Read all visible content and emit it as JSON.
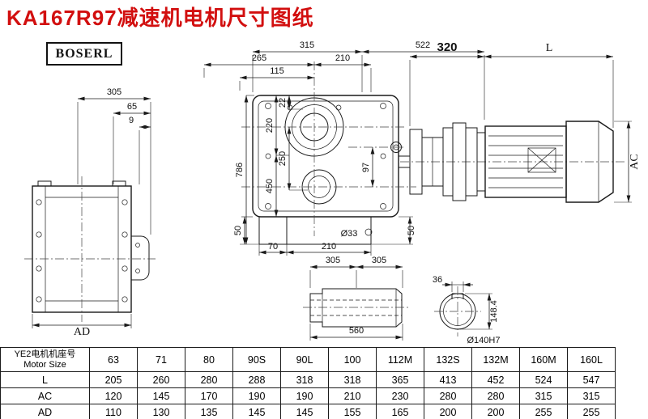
{
  "page": {
    "title": "KA167R97减速机电机尺寸图纸",
    "brand": "BOSERL"
  },
  "dims": {
    "left_view": {
      "overall": "305",
      "shaft_len": "65",
      "step": "9",
      "height_label": "AD"
    },
    "front_view": {
      "top_315": "315",
      "top_522": "522",
      "top_265": "265",
      "top_210": "210",
      "top_115": "115",
      "left_786": "786",
      "in_22": "22",
      "in_220": "220",
      "in_250": "250",
      "in_450": "450",
      "right_97": "97",
      "bot_50_left": "50",
      "bot_70": "70",
      "bot_210": "210",
      "bot_d33": "Ø33",
      "bot_50_right": "50"
    },
    "motor_view": {
      "len_320": "320",
      "len_L": "L",
      "dia_AC": "AC"
    },
    "bushing_view": {
      "half_a": "305",
      "half_b": "305",
      "total": "560"
    },
    "section_view": {
      "key_w": "36",
      "key_h": "148.4",
      "bore": "Ø140H7"
    }
  },
  "table": {
    "corner_cn": "YE2电机机座号",
    "corner_en": "Motor Size",
    "columns": [
      "63",
      "71",
      "80",
      "90S",
      "90L",
      "100",
      "112M",
      "132S",
      "132M",
      "160M",
      "160L"
    ],
    "rows": [
      {
        "label": "L",
        "values": [
          "205",
          "260",
          "280",
          "288",
          "318",
          "318",
          "365",
          "413",
          "452",
          "524",
          "547"
        ]
      },
      {
        "label": "AC",
        "values": [
          "120",
          "145",
          "170",
          "190",
          "190",
          "210",
          "230",
          "280",
          "280",
          "315",
          "315"
        ]
      },
      {
        "label": "AD",
        "values": [
          "110",
          "130",
          "135",
          "145",
          "145",
          "155",
          "165",
          "200",
          "200",
          "255",
          "255"
        ]
      }
    ]
  }
}
